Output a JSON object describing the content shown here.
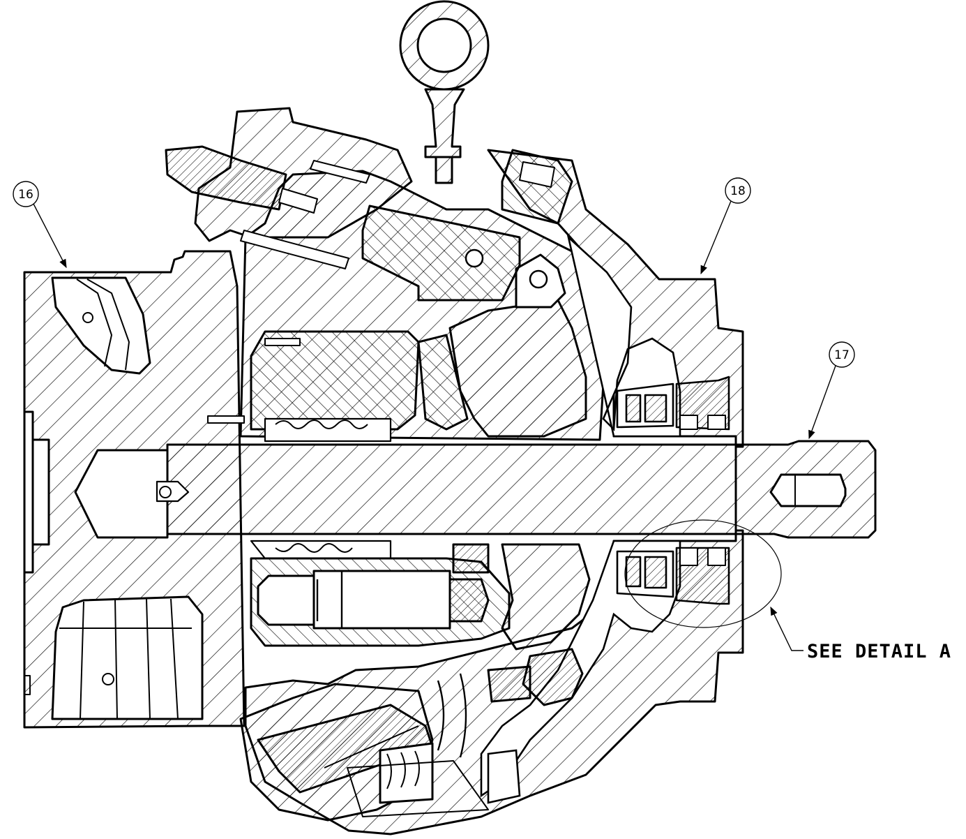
{
  "drawing": {
    "balloons": [
      {
        "id": "16",
        "label": "16"
      },
      {
        "id": "18",
        "label": "18"
      },
      {
        "id": "17",
        "label": "17"
      }
    ],
    "detail_note": "SEE DETAIL A"
  },
  "colors": {
    "line": "#000000",
    "background": "#ffffff",
    "hatch": "#000000"
  }
}
